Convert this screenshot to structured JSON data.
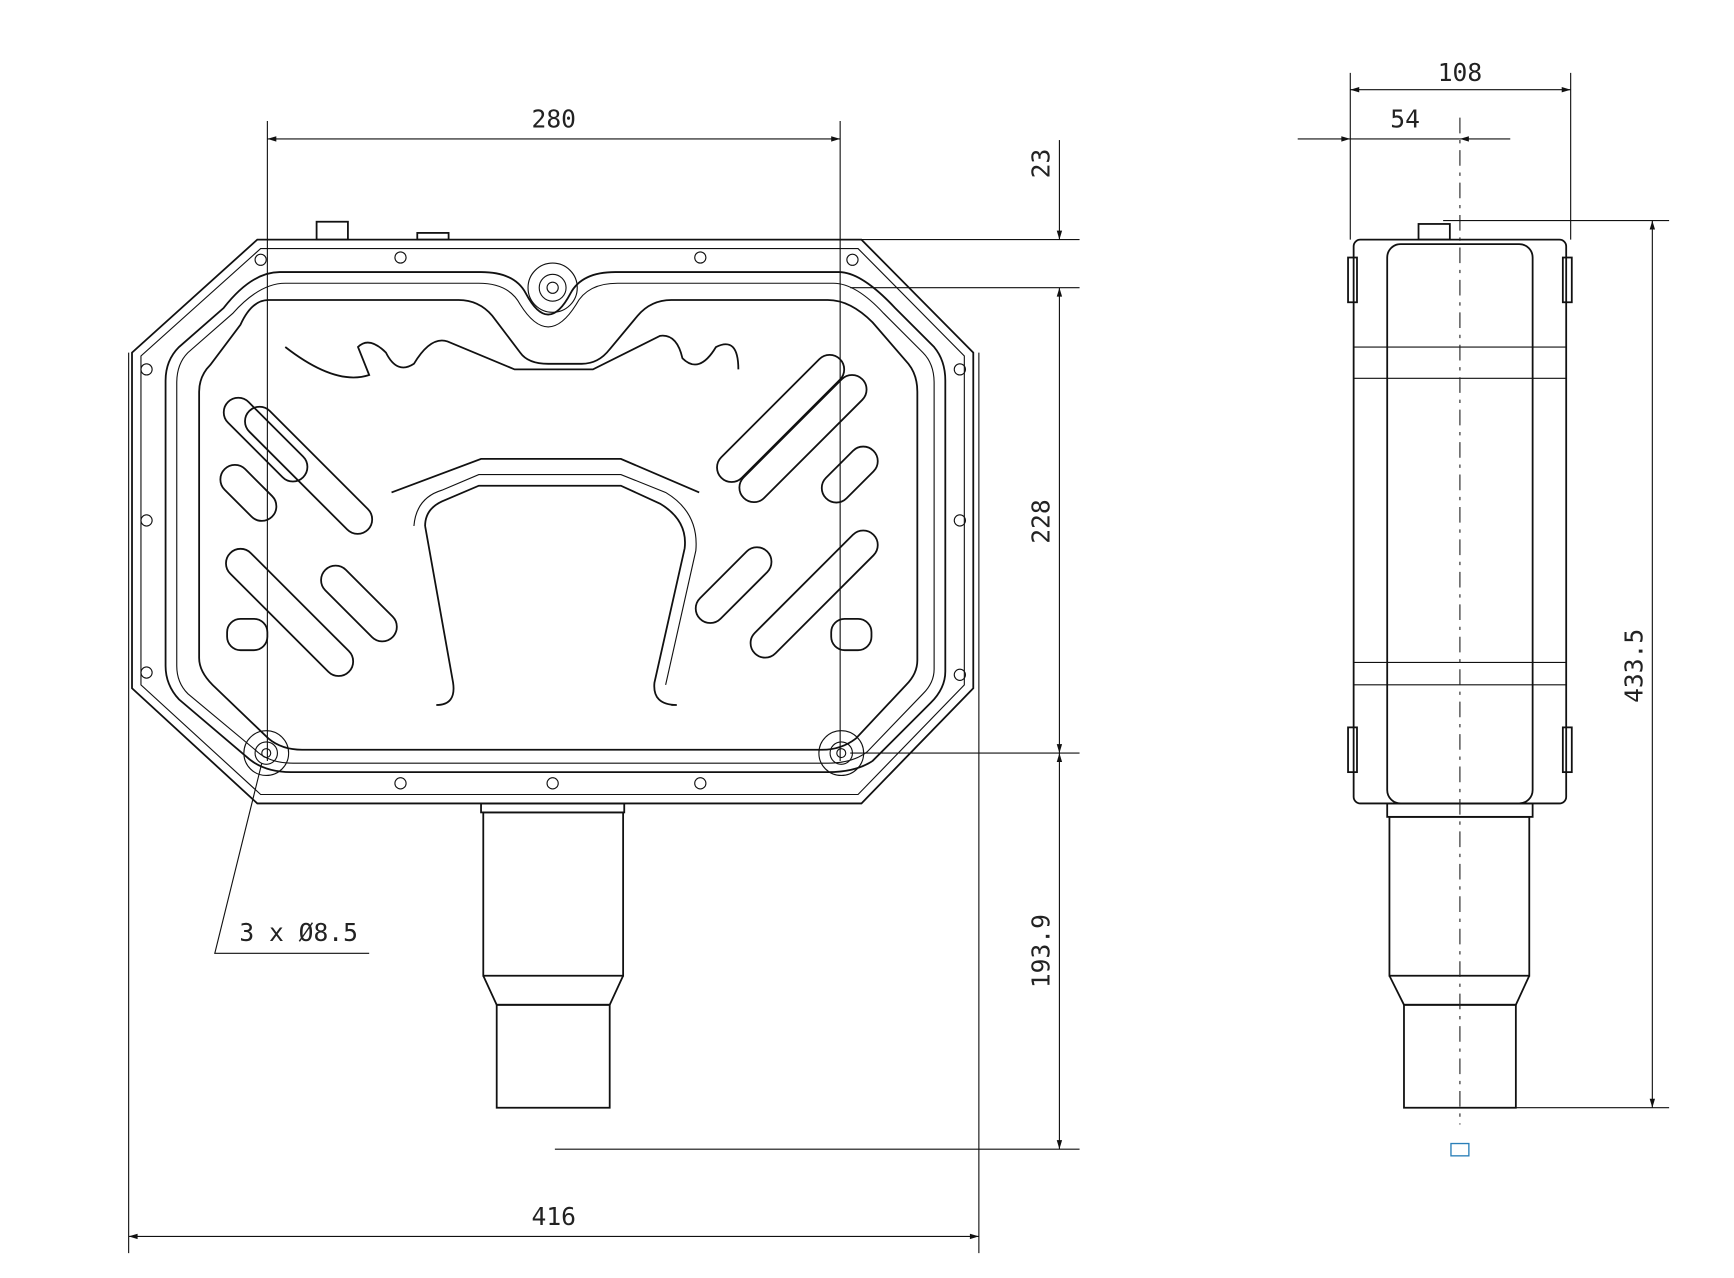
{
  "drawing": {
    "front_view": {
      "dimensions": {
        "width_top": "280",
        "height_top_offset": "23",
        "height_middle": "228",
        "height_lower": "193.9",
        "width_overall": "416"
      },
      "hole_callout": "3 x Ø8.5"
    },
    "side_view": {
      "dimensions": {
        "depth_overall": "108",
        "depth_half": "54",
        "height_overall": "433.5"
      }
    },
    "colors": {
      "line": "#111111",
      "marker": "#2a7fb8"
    }
  }
}
